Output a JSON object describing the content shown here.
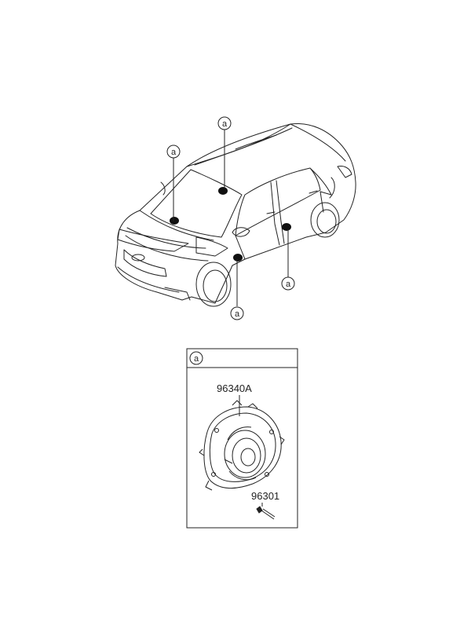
{
  "callout_letter": "a",
  "detail": {
    "header_letter": "a",
    "parts": [
      {
        "number": "96340A"
      },
      {
        "number": "96301"
      }
    ]
  }
}
